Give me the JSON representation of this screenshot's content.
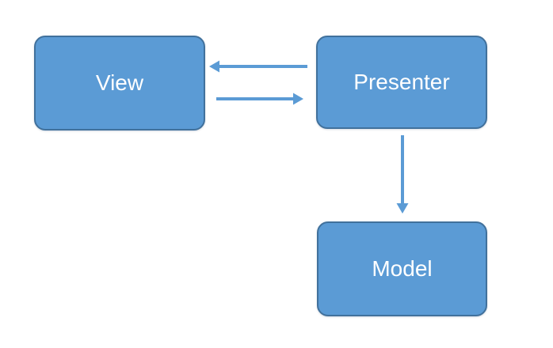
{
  "diagram": {
    "type": "flowchart",
    "name": "model-view-presenter",
    "nodes": [
      {
        "id": "view",
        "label": "View"
      },
      {
        "id": "presenter",
        "label": "Presenter"
      },
      {
        "id": "model",
        "label": "Model"
      }
    ],
    "edges": [
      {
        "from": "presenter",
        "to": "view",
        "direction": "left"
      },
      {
        "from": "view",
        "to": "presenter",
        "direction": "right"
      },
      {
        "from": "presenter",
        "to": "model",
        "direction": "down"
      }
    ],
    "colors": {
      "background": "#ffffff",
      "node_fill": "#5b9bd5",
      "node_border": "#41719c",
      "node_text": "#ffffff",
      "arrow": "#5b9bd5"
    }
  }
}
